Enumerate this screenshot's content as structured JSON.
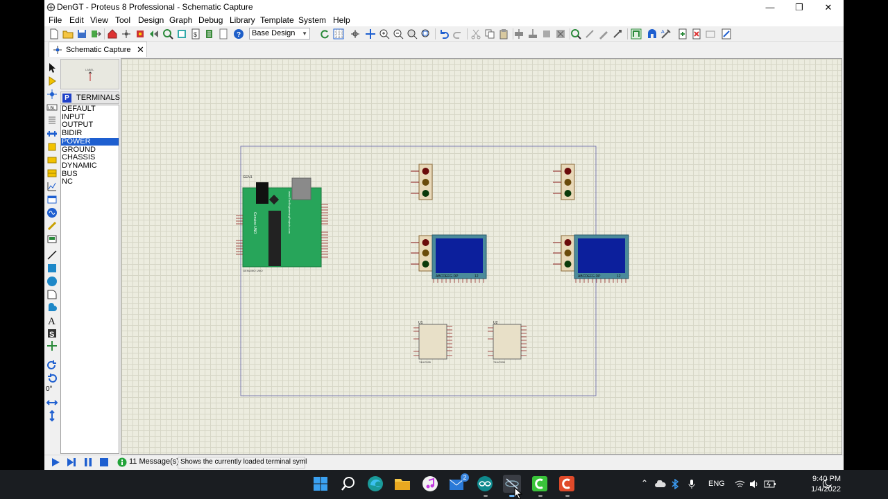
{
  "window": {
    "title": "DenGT - Proteus 8 Professional - Schematic Capture",
    "minimize": "—",
    "maximize": "❐",
    "close": "✕"
  },
  "menu": [
    "File",
    "Edit",
    "View",
    "Tool",
    "Design",
    "Graph",
    "Debug",
    "Library",
    "Template",
    "System",
    "Help"
  ],
  "toolbar": {
    "layer_select": "Base Design"
  },
  "tab": {
    "label": "Schematic Capture",
    "close": "✕"
  },
  "object_selector": {
    "mode_letter": "P",
    "header": "TERMINALS",
    "preview_label": "LABEL",
    "items": [
      "DEFAULT",
      "INPUT",
      "OUTPUT",
      "BIDIR",
      "POWER",
      "GROUND",
      "CHASSIS",
      "DYNAMIC",
      "BUS",
      "NC"
    ],
    "selected": "POWER"
  },
  "left_tools": {
    "rotation": "0°"
  },
  "schematic": {
    "arduino_ref": "GEN1",
    "arduino_name": "Genuino UNO",
    "arduino_site": "www.TheEngineeringProjects.com",
    "arduino_foot": "GENUINO UNO",
    "lcd_text": "ABCDEFG DP",
    "lcd_num": "12",
    "u1": "U1",
    "u2": "U2",
    "shift_reg": "74HC595"
  },
  "status": {
    "messages": "11 Message(s)",
    "hint": "Shows the currently loaded terminal syml"
  },
  "taskbar": {
    "lang": "ENG",
    "time": "9:40 PM",
    "date": "1/4/2022",
    "mail_badge": "2"
  },
  "colors": {
    "accent": "#1e5fd0",
    "lcd_blue": "#0c1f9c",
    "arduino_green": "#27a55a"
  }
}
